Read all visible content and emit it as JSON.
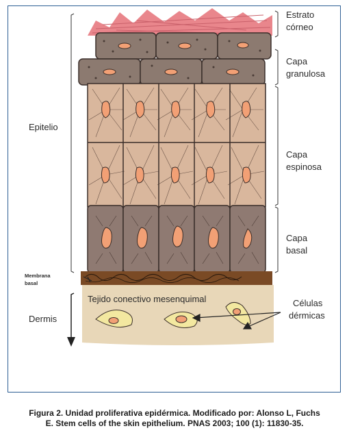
{
  "labels": {
    "estrato_corneo": [
      "Estrato",
      "córneo"
    ],
    "capa_granulosa": [
      "Capa",
      "granulosa"
    ],
    "capa_espinosa": [
      "Capa",
      "espinosa"
    ],
    "capa_basal": [
      "Capa",
      "basal"
    ],
    "epitelio": "Epitelio",
    "membrana_basal": [
      "Membrana",
      "basal"
    ],
    "tejido_conectivo": "Tejido conectivo mesenquimal",
    "dermis": "Dermis",
    "celulas_dermicas": [
      "Células",
      "dérmicas"
    ]
  },
  "caption": {
    "line1": "Figura 2. Unidad proliferativa epidérmica. Modificado por: Alonso L, Fuchs",
    "line2": "E. Stem cells of the skin epithelium. PNAS 2003; 100 (1): 11830-35."
  },
  "colors": {
    "frame": "#2e5f94",
    "corneum": "#e9868c",
    "granular": "#8c7a70",
    "spinous": "#d9b79d",
    "basal": "#8f7a72",
    "nucleus": "#f2a075",
    "membrane": "#7a4a25",
    "dermis": "#e8d7b8",
    "dermal_cell": "#f3e8a0"
  }
}
